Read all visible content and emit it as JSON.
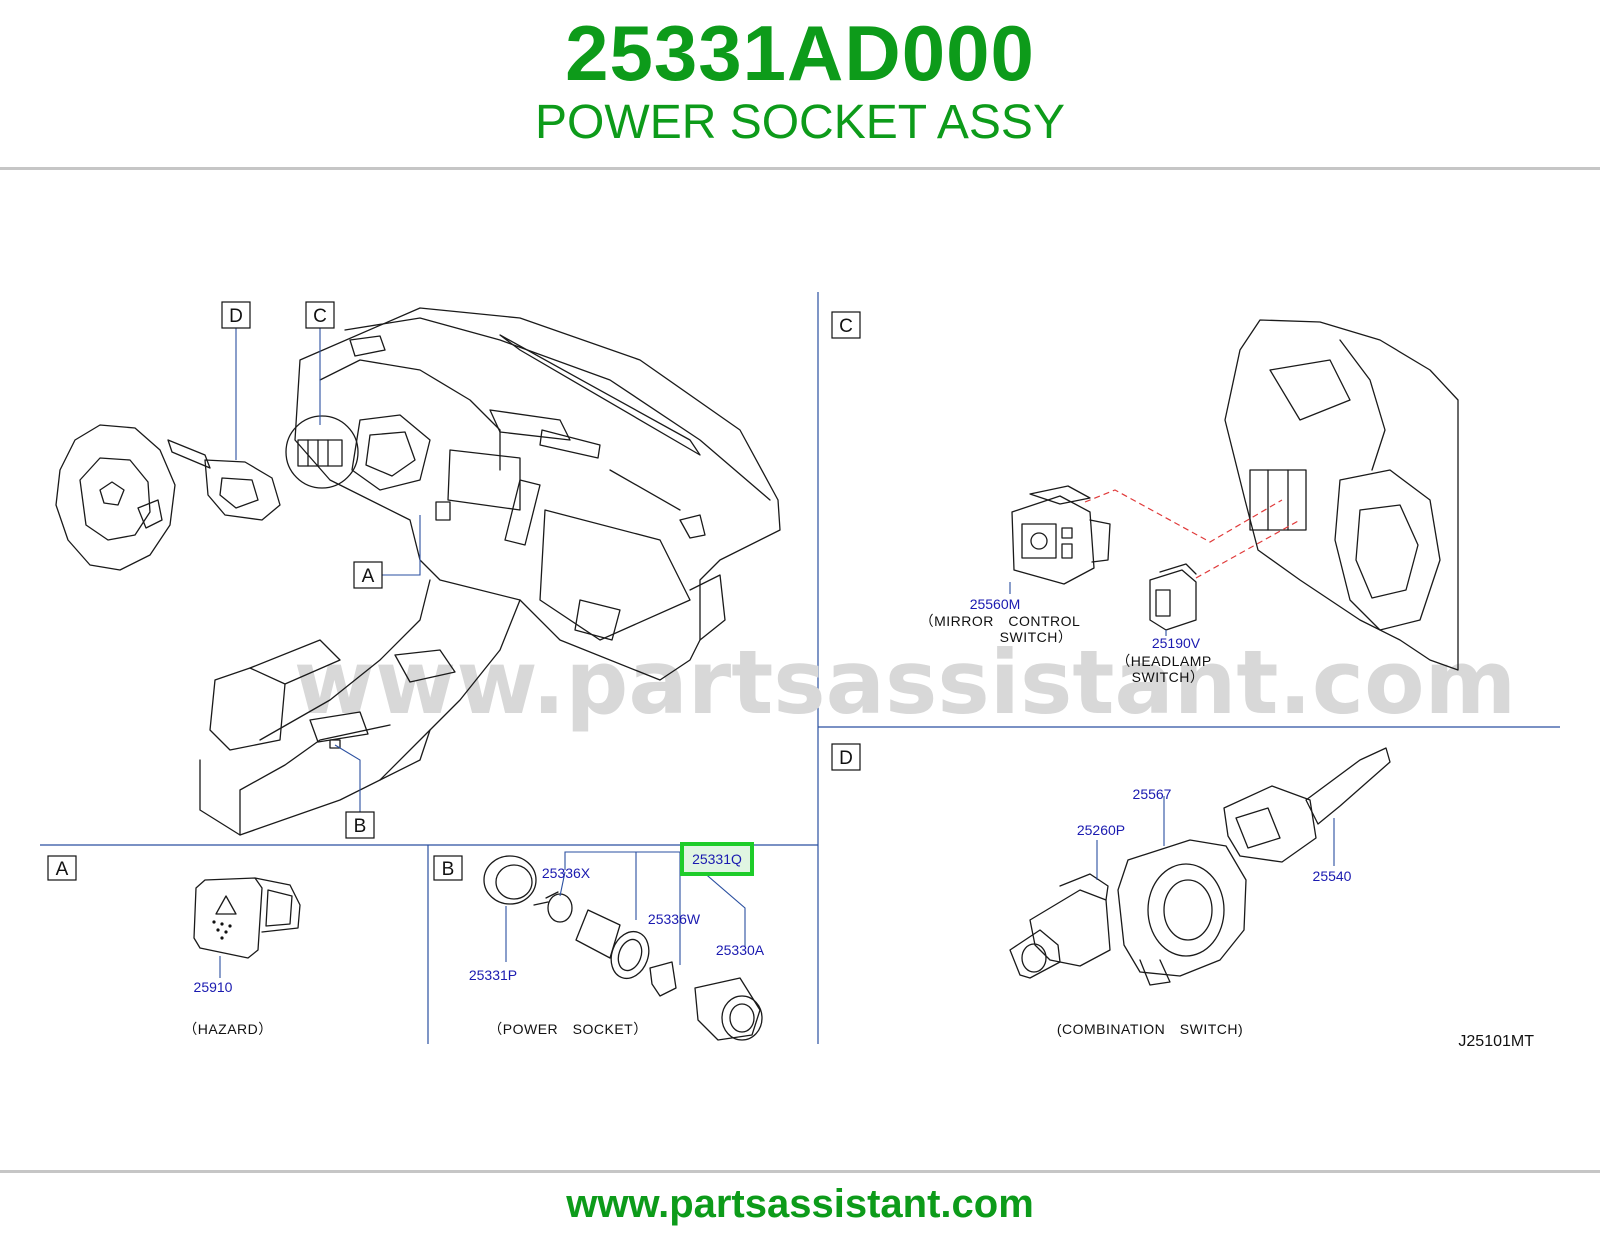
{
  "header": {
    "part_number": "25331AD000",
    "part_name": "POWER SOCKET ASSY"
  },
  "watermark": "www.partsassistant.com",
  "footer": {
    "url": "www.partsassistant.com"
  },
  "diagram": {
    "code": "J25101MT",
    "section_letters": {
      "a": "A",
      "b": "B",
      "c": "C",
      "d": "D"
    },
    "callouts": {
      "hazard_switch": "25910",
      "socket_ring": "25331P",
      "socket_insert": "25336X",
      "socket_bracket": "25336W",
      "socket_assy": "25331Q",
      "socket_plug": "25330A",
      "mirror_switch": "25560M",
      "headlamp_switch": "25190V",
      "combo_left": "25260P",
      "spiral_cable": "25567",
      "combo_right": "25540"
    },
    "highlighted_callout": "25331Q",
    "captions": {
      "hazard": "（HAZARD）",
      "power_socket": "（POWER　SOCKET）",
      "mirror_line1": "（MIRROR　CONTROL",
      "mirror_line2": "SWITCH）",
      "headlamp_line1": "（HEADLAMP",
      "headlamp_line2": "SWITCH）",
      "combination": "(COMBINATION　SWITCH)"
    },
    "colors": {
      "brand_green": "#0d9b1a",
      "highlight_box": "#1ecc2a",
      "callout_blue": "#1a1ab0",
      "divider_blue": "#2a4fa0",
      "dashed_red": "#e03a3a"
    }
  }
}
